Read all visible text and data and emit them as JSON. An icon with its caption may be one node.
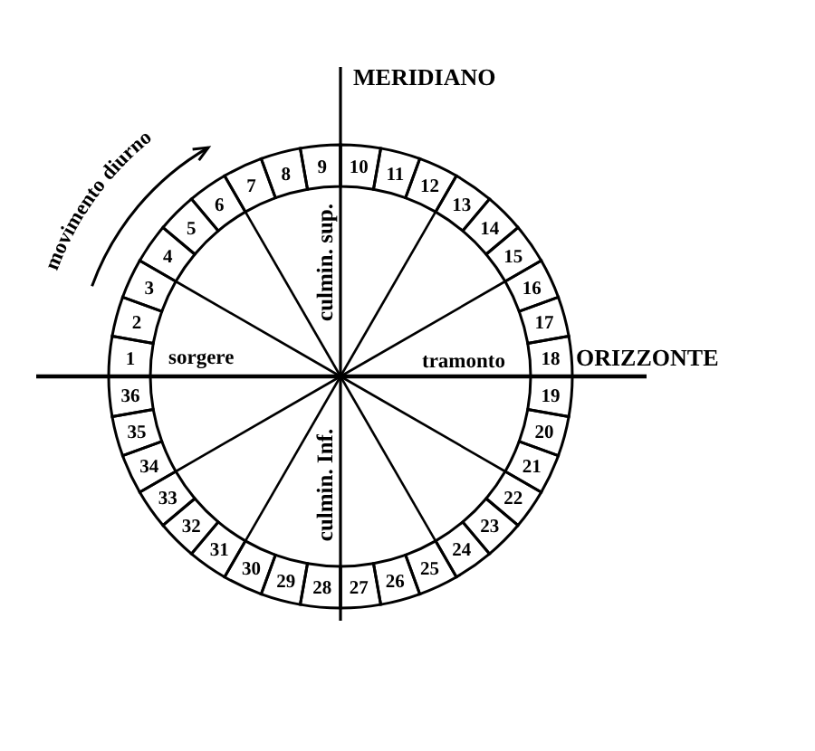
{
  "diagram": {
    "nodes": [
      {
        "text": [
          "1"
        ]
      },
      {
        "text": [
          "2"
        ]
      },
      {
        "text": [
          "3"
        ]
      },
      {
        "text": [
          "4"
        ]
      },
      {
        "text": [
          "5"
        ]
      },
      {
        "text": [
          "6"
        ]
      },
      {
        "text": [
          "7"
        ]
      },
      {
        "text": [
          "8"
        ]
      },
      {
        "text": [
          "9"
        ]
      },
      {
        "text": [
          "10"
        ]
      },
      {
        "text": [
          "11"
        ]
      },
      {
        "text": [
          "12"
        ]
      },
      {
        "text": [
          "13"
        ]
      },
      {
        "text": [
          "14"
        ]
      },
      {
        "text": [
          "15"
        ]
      },
      {
        "text": [
          "16"
        ]
      },
      {
        "text": [
          "17"
        ]
      },
      {
        "text": [
          "18"
        ]
      },
      {
        "text": [
          "19"
        ]
      },
      {
        "text": [
          "20"
        ]
      },
      {
        "text": [
          "21"
        ]
      },
      {
        "text": [
          "22"
        ]
      },
      {
        "text": [
          "23"
        ]
      },
      {
        "text": [
          "24"
        ]
      },
      {
        "text": [
          "25"
        ]
      },
      {
        "text": [
          "26"
        ]
      },
      {
        "text": [
          "27"
        ]
      },
      {
        "text": [
          "28"
        ]
      },
      {
        "text": [
          "29"
        ]
      },
      {
        "text": [
          "30"
        ]
      },
      {
        "text": [
          "31"
        ]
      },
      {
        "text": [
          "32"
        ]
      },
      {
        "text": [
          "33"
        ]
      },
      {
        "text": [
          "34"
        ]
      },
      {
        "text": [
          "35"
        ]
      },
      {
        "text": [
          "36"
        ]
      }
    ],
    "labels": [
      "MERIDIANO",
      "movimento diurno",
      "culmin. sup.",
      "sorgere",
      "tramonto",
      "ORIZZONTE",
      "culmin. Inf."
    ]
  }
}
